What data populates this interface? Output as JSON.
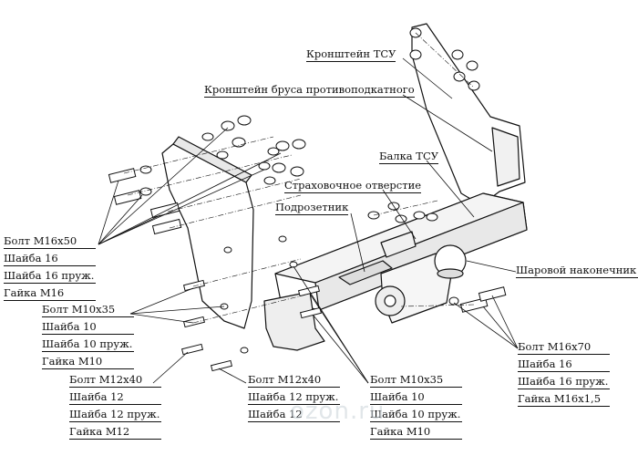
{
  "labels": {
    "bracket_tsu": "Кронштейн ТСУ",
    "bracket_underrun": "Кронштейн бруса противоподкатного",
    "beam_tsu": "Балка ТСУ",
    "safety_hole": "Страховочное отверстие",
    "socket_holder": "Подрозетник",
    "ball_tip": "Шаровой наконечник F"
  },
  "kits": {
    "m16x50": [
      "Болт М16х50",
      "Шайба 16",
      "Шайба 16 пруж.",
      "Гайка М16"
    ],
    "m10x35_left": [
      "Болт М10х35",
      "Шайба 10",
      "Шайба 10 пруж.",
      "Гайка М10"
    ],
    "m12x40_left": [
      "Болт М12х40",
      "Шайба 12",
      "Шайба 12 пруж.",
      "Гайка М12"
    ],
    "m12x40_mid": [
      "Болт М12х40",
      "Шайба 12 пруж.",
      "Шайба 12"
    ],
    "m10x35_mid": [
      "Болт М10х35",
      "Шайба 10",
      "Шайба 10 пруж.",
      "Гайка М10"
    ],
    "m16x70": [
      "Болт М16х70",
      "Шайба 16",
      "Шайба 16 пруж.",
      "Гайка М16х1,5"
    ]
  },
  "watermark": "ozon.ru",
  "colors": {
    "line": "#111111",
    "fill": "#ffffff",
    "shade": "#e8e8e8",
    "watermark": "#c9d2d8"
  }
}
